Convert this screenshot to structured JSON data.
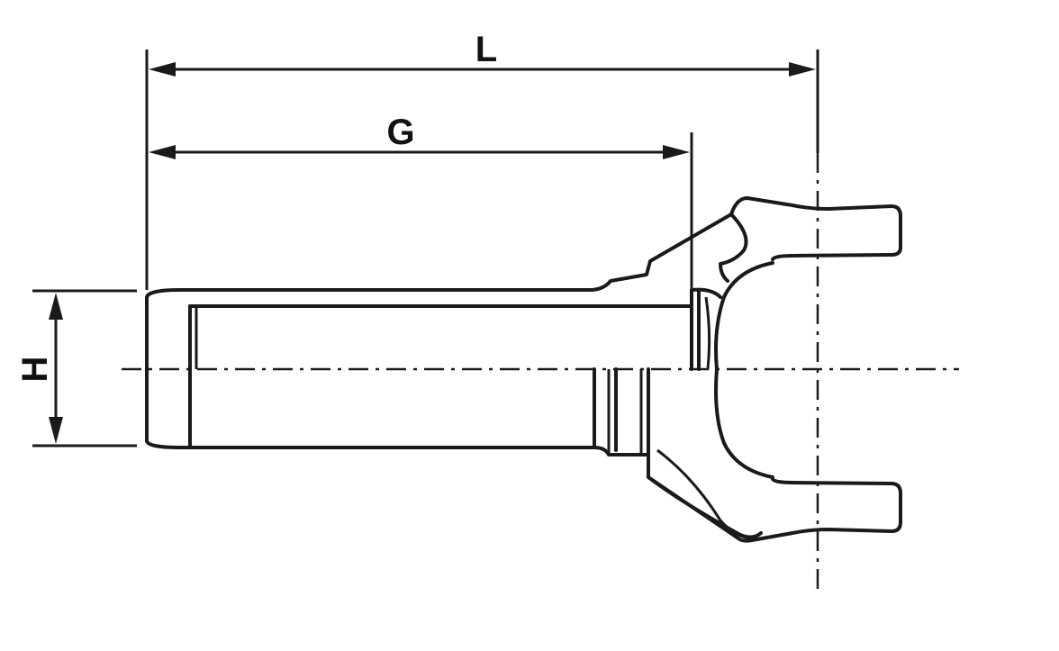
{
  "dimensions": {
    "overall_length": "L",
    "spline_length": "G",
    "shaft_diameter": "H"
  }
}
